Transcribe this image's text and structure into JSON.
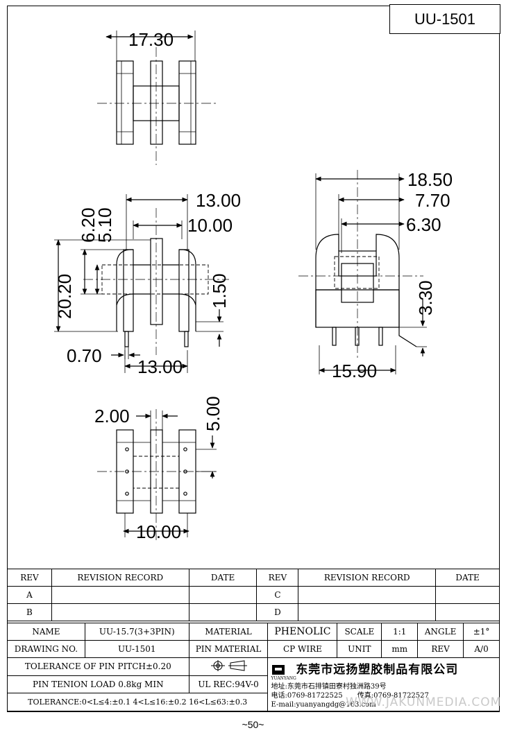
{
  "drawing_no_title": "UU-1501",
  "views": {
    "top": {
      "width_dim": "17.30"
    },
    "front": {
      "dim_13_top": "13.00",
      "dim_10": "10.00",
      "dim_620": "6.20",
      "dim_510": "5.10",
      "dim_2020": "20.20",
      "dim_150": "1.50",
      "dim_070": "0.70",
      "dim_13_bottom": "13.00"
    },
    "side": {
      "dim_1850": "18.50",
      "dim_770": "7.70",
      "dim_630": "6.30",
      "dim_330": "3.30",
      "dim_1590": "15.90"
    },
    "bottom": {
      "dim_200": "2.00",
      "dim_500": "5.00",
      "dim_1000": "10.00"
    }
  },
  "revision_table": {
    "headers": [
      "REV",
      "REVISION RECORD",
      "DATE",
      "REV",
      "REVISION RECORD",
      "DATE"
    ],
    "rows": [
      {
        "rev_left": "A",
        "rev_right": "C"
      },
      {
        "rev_left": "B",
        "rev_right": "D"
      }
    ]
  },
  "info": {
    "name_label": "NAME",
    "name_value": "UU-15.7(3+3PIN)",
    "material_label": "MATERIAL",
    "material_value": "PHENOLIC",
    "scale_label": "SCALE",
    "scale_value": "1:1",
    "angle_label": "ANGLE",
    "angle_value": "±1°",
    "drawing_no_label": "DRAWING NO.",
    "drawing_no_value": "UU-1501",
    "pin_material_label": "PIN MATERIAL",
    "pin_material_value": "CP WIRE",
    "unit_label": "UNIT",
    "unit_value": "mm",
    "rev_label": "REV",
    "rev_value": "A/0",
    "pin_pitch_tol": "TOLERANCE OF PIN PITCH±0.20",
    "pin_load": "PIN TENION LOAD 0.8kg MIN",
    "ul_rec": "UL REC:94V-0",
    "tolerance": "TOLERANCE:0<L≤4:±0.1  4<L≤16:±0.2  16<L≤63:±0.3",
    "company_name": "东莞市远扬塑胶制品有限公司",
    "logo_text": "YUANYANG",
    "address": "地址:东莞市石排镇田寮村独洲路39号",
    "phone": "电话:0769-81722525",
    "fax": "传真:0769-81722527",
    "email": "E-mail:yuanyangdg@163.com"
  },
  "watermark": "WWW.JAKUNMEDIA.COM",
  "page_number": "~50~"
}
